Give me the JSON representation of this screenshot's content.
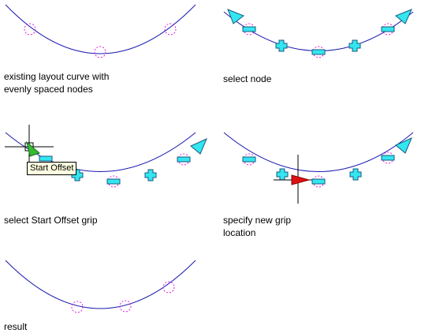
{
  "colors": {
    "curve": "#1a1ab0",
    "node": "#e020e0",
    "grip_fill": "#33e6f0",
    "grip_stroke": "#1a5a80",
    "crosshair": "#000000",
    "start_offset_grip": "#33bb33",
    "active_grip": "#dd1111",
    "tooltip_bg": "#ffffe1"
  },
  "steps": [
    {
      "id": "existing",
      "caption": [
        "existing layout curve with",
        "evenly spaced nodes"
      ]
    },
    {
      "id": "select-node",
      "caption": [
        "select node"
      ]
    },
    {
      "id": "select-start-offset",
      "caption": [
        "select Start Offset grip"
      ],
      "tooltip": "Start Offset"
    },
    {
      "id": "specify-location",
      "caption": [
        "specify new grip",
        "location"
      ]
    },
    {
      "id": "result",
      "caption": [
        "result"
      ]
    }
  ]
}
